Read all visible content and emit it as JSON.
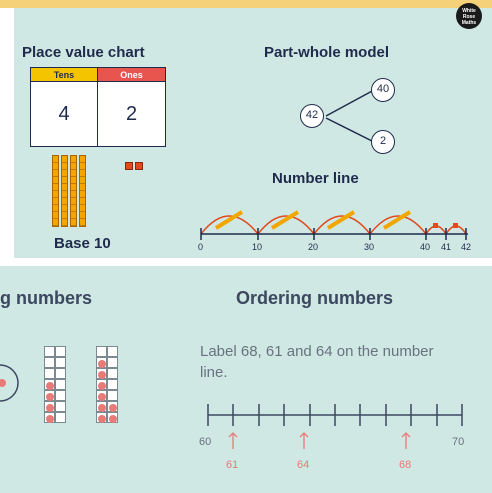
{
  "top_slide": {
    "logo_lines": [
      "White",
      "Rose",
      "Maths"
    ],
    "place_value_title": "Place value chart",
    "part_whole_title": "Part-whole model",
    "number_line_title": "Number line",
    "base10_title": "Base 10",
    "place_value": {
      "headers": [
        "Tens",
        "Ones"
      ],
      "values": [
        "4",
        "2"
      ],
      "tens_color": "#f5c400",
      "ones_color": "#e8554e"
    },
    "part_whole": {
      "whole": "42",
      "parts": [
        "40",
        "2"
      ]
    },
    "number_line": {
      "labels": [
        "0",
        "10",
        "20",
        "30",
        "40",
        "41",
        "42"
      ]
    },
    "base10": {
      "tens_rods": 4,
      "ones_cubes": 2
    }
  },
  "bottom_slide": {
    "left_title": "g numbers",
    "right_title": "Ordering numbers",
    "instruction": "Label 68, 61 and 64 on the number line.",
    "number_line": {
      "start": "60",
      "end": "70",
      "marked": [
        "61",
        "64",
        "68"
      ]
    },
    "counter_color": "#e87a78"
  }
}
